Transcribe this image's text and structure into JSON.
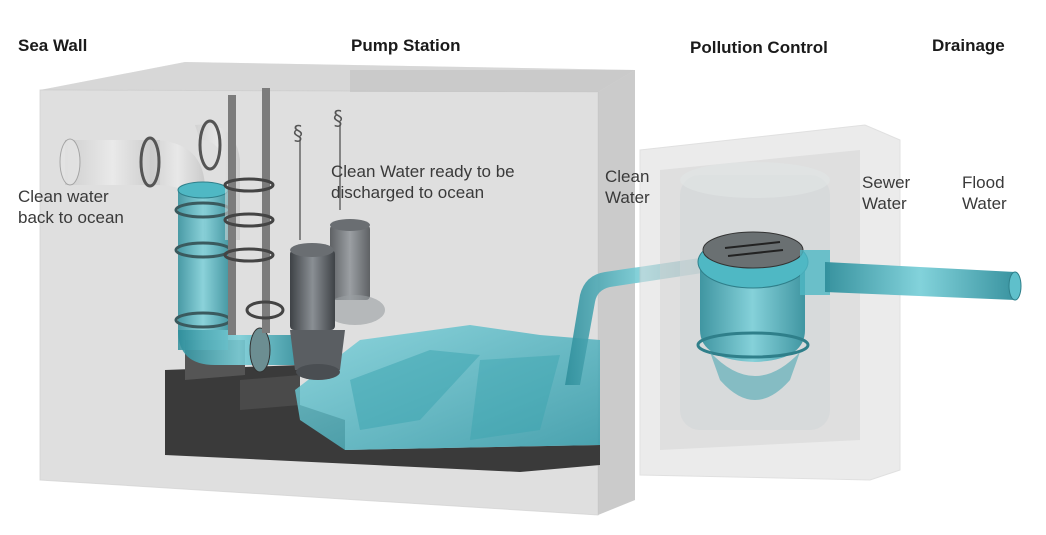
{
  "headers": {
    "sea_wall": "Sea Wall",
    "pump_station": "Pump Station",
    "pollution_control": "Pollution Control",
    "drainage": "Drainage"
  },
  "labels": {
    "clean_water_back": [
      "Clean water",
      "back to ocean"
    ],
    "clean_water_ready": [
      "Clean Water ready to be",
      "discharged to ocean"
    ],
    "clean_water": [
      "Clean",
      "Water"
    ],
    "sewer_water": [
      "Sewer",
      "Water"
    ],
    "flood_water": [
      "Flood",
      "Water"
    ]
  },
  "colors": {
    "water": "#4fb8c4",
    "concrete": "#c9c9c9",
    "base": "#3a3a3a",
    "pump": "#5a5e62"
  }
}
